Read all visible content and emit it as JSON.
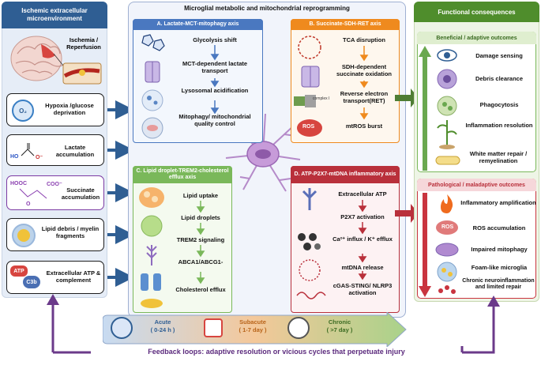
{
  "left": {
    "title": "Ischemic extracellular microenvironment",
    "ischemia_label": "Ischemia / Reperfusion",
    "cards": [
      {
        "label": "Hypoxia /glucose deprivation",
        "icon_text": "O₂"
      },
      {
        "label": "Lactate accumulation",
        "formula_ho": "HO",
        "formula_o": "O⁻"
      },
      {
        "label": "Succinate accumulation",
        "formula_hooc": "HOOC",
        "formula_coo": "COO⁻",
        "formula_o": "O"
      },
      {
        "label": "Lipid debris / myelin fragments"
      },
      {
        "label": "Extracellular ATP & complement",
        "atp": "ATP",
        "c3b": "C3b"
      }
    ]
  },
  "center": {
    "title": "Microglial metabolic and mitochondrial reprogramming",
    "box_a": {
      "title": "A. Lactate-MCT-mitophagy axis",
      "steps": [
        "Glycolysis shift",
        "MCT-dependent lactate transport",
        "Lysosomal acidification",
        "Mitophagy/ mitochondrial quality control"
      ]
    },
    "box_b": {
      "title": "B. Succinate-SDH-RET axis",
      "steps": [
        "TCA disruption",
        "SDH-dependent succinate oxidation",
        "Reverse electron transport(RET)",
        "mtROS burst"
      ],
      "ros_label": "ROS",
      "complex_label": "complex I"
    },
    "box_c": {
      "title": "C. Lipid droplet-TREM2-cholesterol efflux axis",
      "steps": [
        "Lipid uptake",
        "Lipid droplets",
        "TREM2 signaling",
        "ABCA1/ABCG1-",
        "Cholesterol efflux"
      ]
    },
    "box_d": {
      "title": "D. ATP-P2X7-mtDNA inflammatory axis",
      "steps": [
        "Extracellular ATP",
        "P2X7 activation",
        "Ca²⁺ influx / K⁺ efflux",
        "mtDNA release",
        "cGAS-STING/ NLRP3 activation"
      ]
    }
  },
  "right": {
    "title": "Functional consequences",
    "beneficial": {
      "title": "Beneficial / adaptive outcomes",
      "items": [
        "Damage sensing",
        "Debris clearance",
        "Phagocytosis",
        "Inflammation resolution",
        "White matter repair / remyelination"
      ]
    },
    "pathological": {
      "title": "Pathological / maladaptive outcomes",
      "items": [
        "Inflammatory amplification",
        "ROS accumulation",
        "Impaired mitophagy",
        "Foam-like microglia",
        "Chronic neuroinflammation and limited repair"
      ],
      "ros_label": "ROS"
    }
  },
  "timeline": {
    "acute": "Acute",
    "acute_range": "( 0-24 h )",
    "subacute": "Subacute",
    "subacute_range": "( 1-7 day )",
    "chronic": "Chronic",
    "chronic_range": "( >7 day )"
  },
  "feedback": "Feedback loops: adaptive resolution or vicious cycles that perpetuate injury",
  "colors": {
    "left_header": "#2f5e93",
    "box_a": "#4a78c0",
    "box_b": "#ef8a1e",
    "box_c": "#7ab85a",
    "box_d": "#b9303b",
    "right_header": "#4f8d2c",
    "path_header": "#c9343f",
    "feedback": "#5b2a7d"
  }
}
